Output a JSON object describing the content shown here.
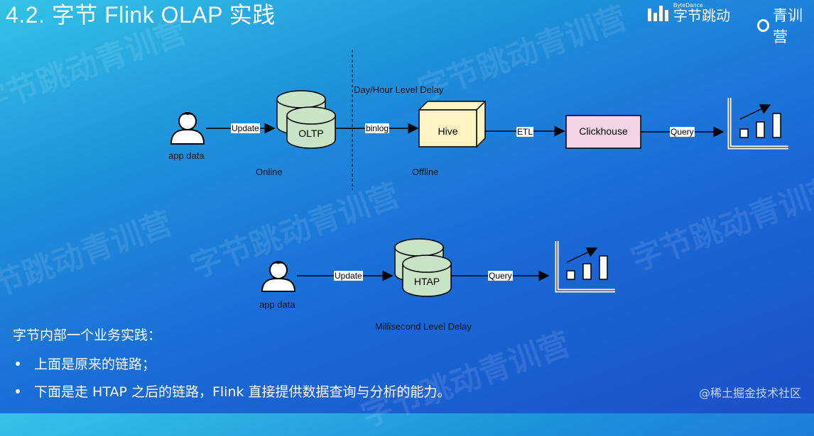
{
  "header": {
    "title": "4.2. 字节 Flink OLAP 实践",
    "logo_bytedance_small": "ByteDance",
    "logo_bytedance": "字节跳动",
    "logo_qingxun": "青训营"
  },
  "watermark_text": "字节跳动青训营",
  "diagram_top": {
    "user_label": "app data",
    "edge_update": "Update",
    "db_label": "OLTP",
    "edge_binlog": "binlog",
    "delay_label": "Day/Hour Level Delay",
    "hive_label": "Hive",
    "edge_etl": "ETL",
    "clickhouse_label": "Clickhouse",
    "edge_query": "Query",
    "online_label": "Online",
    "offline_label": "Offline"
  },
  "diagram_bottom": {
    "user_label": "app data",
    "edge_update": "Update",
    "db_label": "HTAP",
    "edge_query": "Query",
    "delay_label": "Millisecond Level Delay"
  },
  "notes": {
    "heading": "字节内部一个业务实践：",
    "items": [
      "上面是原来的链路；",
      "下面是走 HTAP 之后的链路，Flink 直接提供数据查询与分析的能力。"
    ]
  },
  "footer_watermark": "@稀土掘金技术社区",
  "colors": {
    "db_fill": "#c8e3c5",
    "hive_fill": "#fdf3c3",
    "clickhouse_fill": "#f2d6e6"
  }
}
